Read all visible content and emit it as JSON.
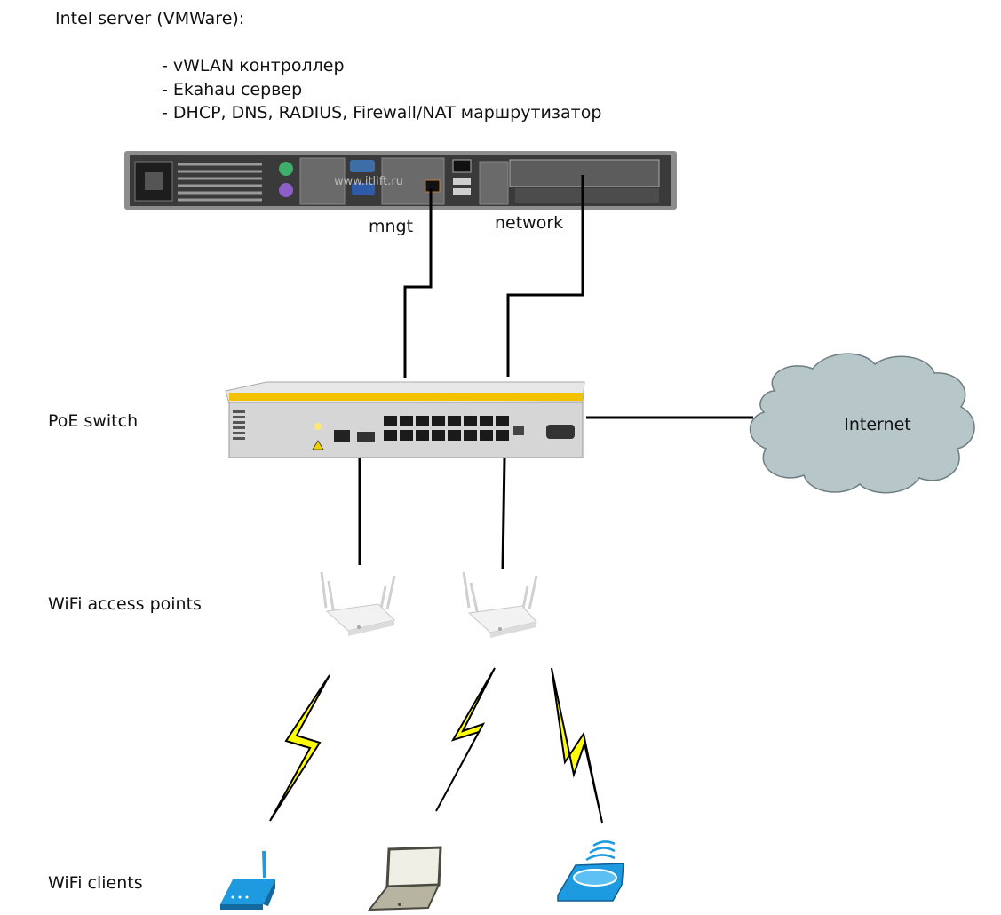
{
  "server": {
    "title": "Intel server (VMWare):",
    "roles": [
      "- vWLAN контроллер",
      "- Ekahau сервер",
      "- DHCP, DNS, RADIUS, Firewall/NAT маршрутизатор"
    ],
    "watermark": "www.itlift.ru"
  },
  "links": {
    "mngt": "mngt",
    "network": "network"
  },
  "row_labels": {
    "poe_switch": "PoE switch",
    "access_points": "WiFi access points",
    "clients": "WiFi clients"
  },
  "internet": "Internet",
  "colors": {
    "cable": "#000000",
    "lightning": "#ffff00",
    "cloud": "#b7c6c8",
    "switch_stripe": "#f2c200",
    "client_blue": "#1e9be0"
  }
}
